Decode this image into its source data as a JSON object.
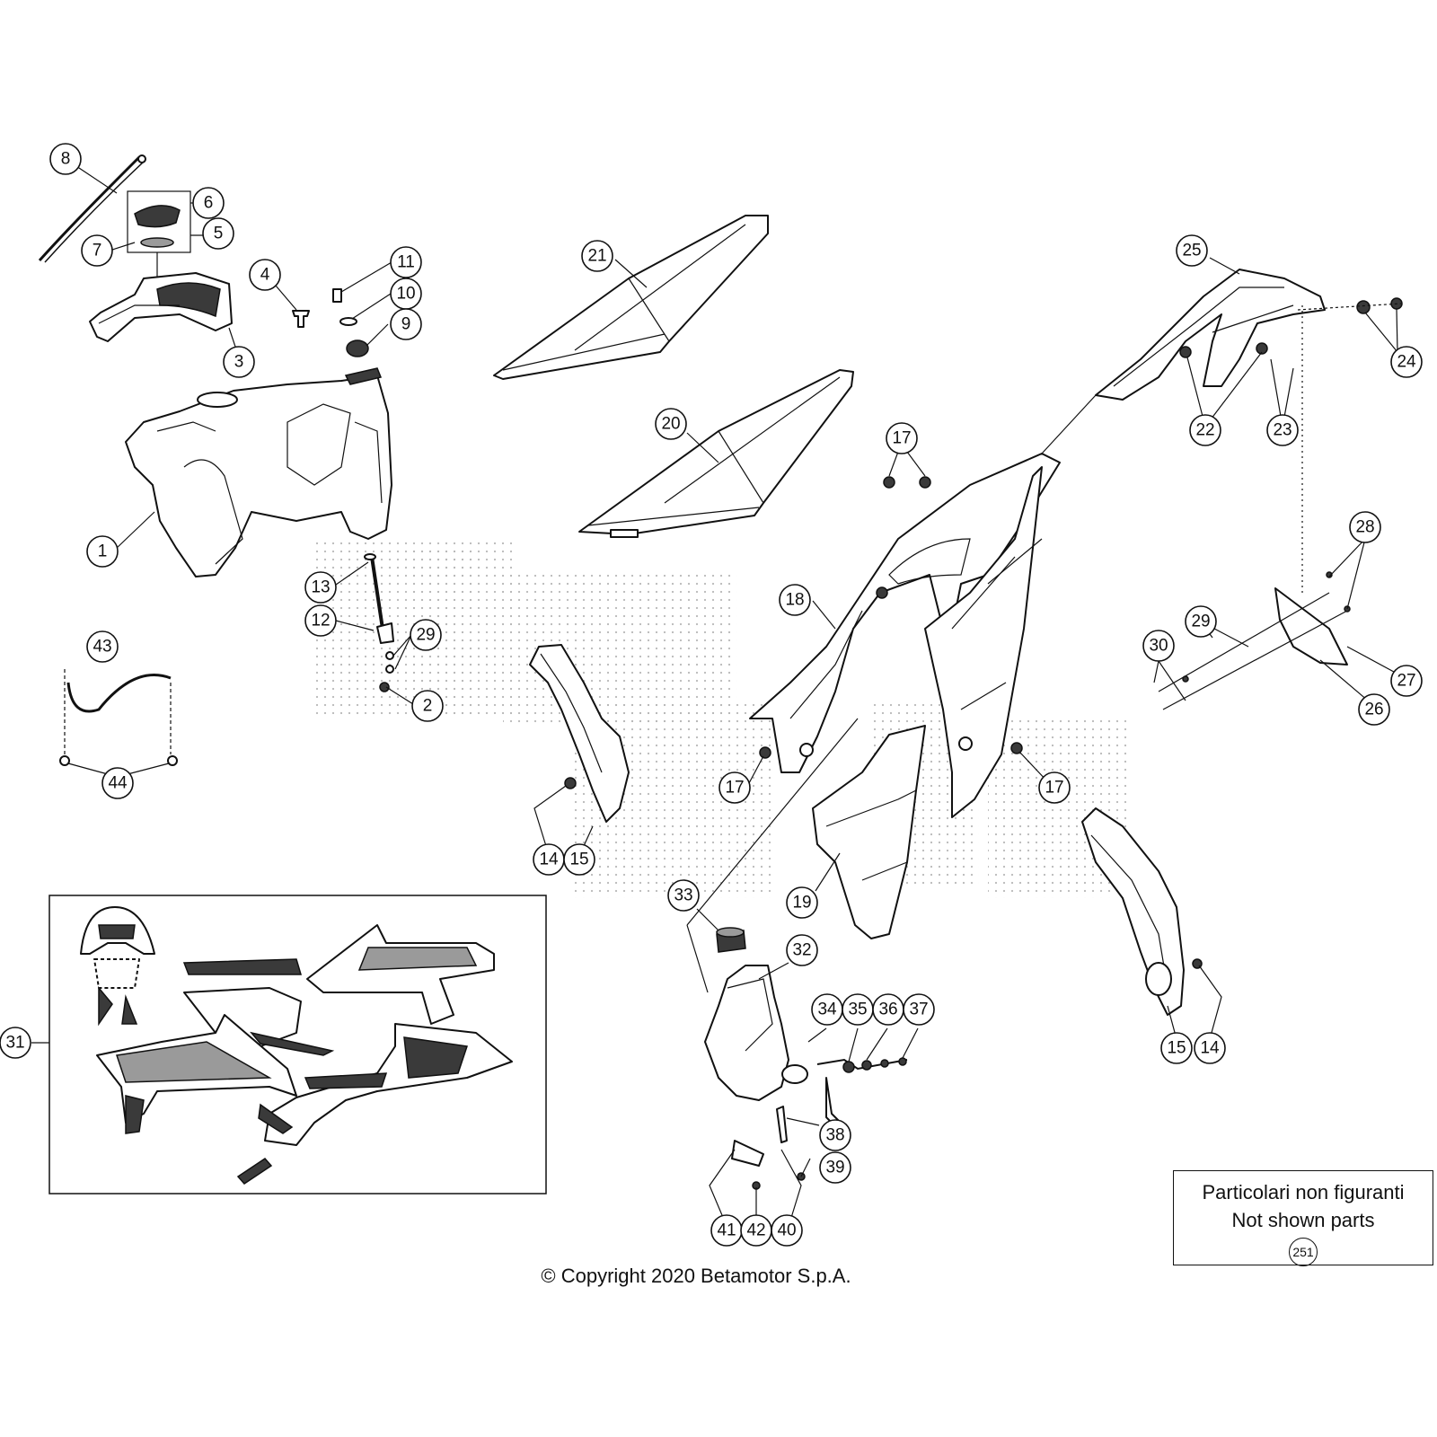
{
  "callouts": [
    {
      "id": "c8",
      "label": "8"
    },
    {
      "id": "c6",
      "label": "6"
    },
    {
      "id": "c7",
      "label": "7"
    },
    {
      "id": "c5",
      "label": "5"
    },
    {
      "id": "c3",
      "label": "3"
    },
    {
      "id": "c4",
      "label": "4"
    },
    {
      "id": "c11",
      "label": "11"
    },
    {
      "id": "c10",
      "label": "10"
    },
    {
      "id": "c9",
      "label": "9"
    },
    {
      "id": "c1",
      "label": "1"
    },
    {
      "id": "c13",
      "label": "13"
    },
    {
      "id": "c12",
      "label": "12"
    },
    {
      "id": "c29a",
      "label": "29"
    },
    {
      "id": "c2",
      "label": "2"
    },
    {
      "id": "c43",
      "label": "43"
    },
    {
      "id": "c44",
      "label": "44"
    },
    {
      "id": "c21",
      "label": "21"
    },
    {
      "id": "c20",
      "label": "20"
    },
    {
      "id": "c18",
      "label": "18"
    },
    {
      "id": "c17a",
      "label": "17"
    },
    {
      "id": "c17b",
      "label": "17"
    },
    {
      "id": "c17c",
      "label": "17"
    },
    {
      "id": "c19",
      "label": "19"
    },
    {
      "id": "c14a",
      "label": "14"
    },
    {
      "id": "c15a",
      "label": "15"
    },
    {
      "id": "c25",
      "label": "25"
    },
    {
      "id": "c24",
      "label": "24"
    },
    {
      "id": "c22",
      "label": "22"
    },
    {
      "id": "c23",
      "label": "23"
    },
    {
      "id": "c28",
      "label": "28"
    },
    {
      "id": "c29b",
      "label": "29"
    },
    {
      "id": "c30",
      "label": "30"
    },
    {
      "id": "c27",
      "label": "27"
    },
    {
      "id": "c26",
      "label": "26"
    },
    {
      "id": "c15b",
      "label": "15"
    },
    {
      "id": "c14b",
      "label": "14"
    },
    {
      "id": "c33",
      "label": "33"
    },
    {
      "id": "c32",
      "label": "32"
    },
    {
      "id": "c34",
      "label": "34"
    },
    {
      "id": "c35",
      "label": "35"
    },
    {
      "id": "c36",
      "label": "36"
    },
    {
      "id": "c37",
      "label": "37"
    },
    {
      "id": "c38",
      "label": "38"
    },
    {
      "id": "c39",
      "label": "39"
    },
    {
      "id": "c41",
      "label": "41"
    },
    {
      "id": "c42",
      "label": "42"
    },
    {
      "id": "c40",
      "label": "40"
    },
    {
      "id": "c31",
      "label": "31"
    }
  ],
  "copyright": "© Copyright 2020 Betamotor S.p.A.",
  "not_shown": {
    "line1": "Particolari non figuranti",
    "line2": "Not shown parts",
    "badge": "251"
  }
}
